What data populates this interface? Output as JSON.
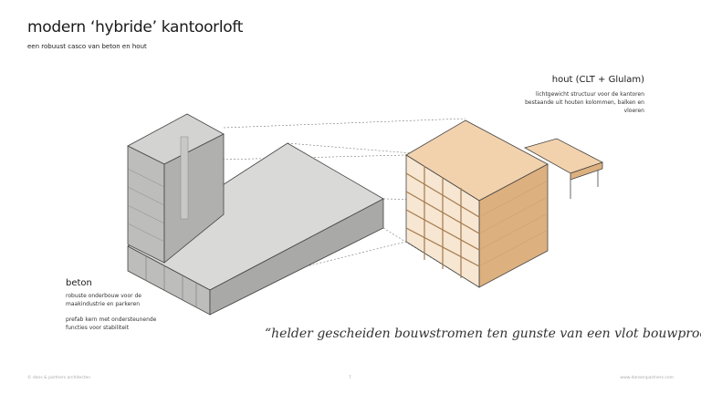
{
  "header": {
    "title": "modern ‘hybride’ kantoorloft",
    "subtitle": "een robuust casco van beton en hout"
  },
  "hout": {
    "heading": "hout (CLT + Glulam)",
    "lines": [
      "lichtgewicht structuur voor de kantoren",
      "bestaande uit houten kolommen, balken en",
      "vloeren"
    ]
  },
  "beton": {
    "heading": "beton",
    "p1": [
      "robuste onderbouw voor de",
      "maakindustrie en parkeren"
    ],
    "p2": [
      "prefab kern met ondersteunende",
      "functies voor stabiliteit"
    ]
  },
  "quote": "“helder gescheiden bouwstromen ten gunste van een vlot bouwproces”",
  "footer": {
    "left": "© dans & partners architecten",
    "page": "7",
    "right": "www.dansenpartners.com"
  },
  "colors": {
    "concrete_top": "#d9d9d8",
    "concrete_left": "#bdbdbc",
    "concrete_right": "#a9a9a8",
    "timber_top": "#f2d2ad",
    "timber_left": "#e8c39a",
    "timber_right": "#ddb07f"
  }
}
